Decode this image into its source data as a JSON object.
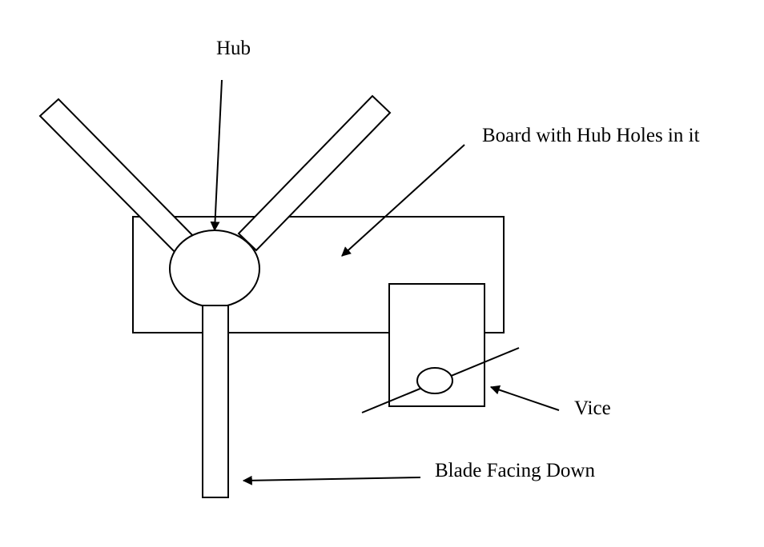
{
  "labels": {
    "hub": "Hub",
    "board": "Board with Hub Holes in it",
    "vice": "Vice",
    "blade": "Blade Facing Down"
  },
  "colors": {
    "line": "#000000",
    "background": "#ffffff"
  }
}
